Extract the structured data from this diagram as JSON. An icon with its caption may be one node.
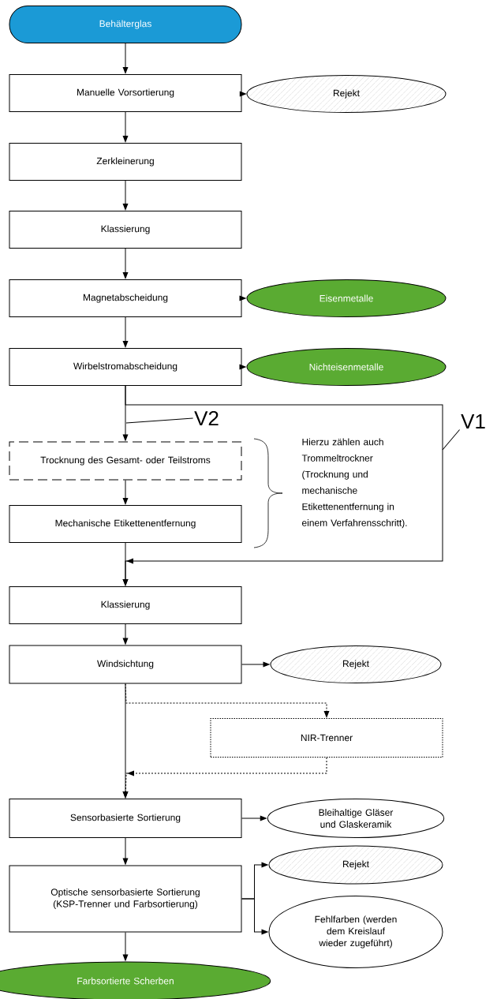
{
  "diagram": {
    "nodes": [
      {
        "text": [
          "Behälterglas"
        ]
      },
      {
        "text": [
          "Manuelle Vorsortierung"
        ]
      },
      {
        "text": [
          "Rejekt"
        ]
      },
      {
        "text": [
          "Zerkleinerung"
        ]
      },
      {
        "text": [
          "Klassierung"
        ]
      },
      {
        "text": [
          "Magnetabscheidung"
        ]
      },
      {
        "text": [
          "Eisenmetalle"
        ]
      },
      {
        "text": [
          "Wirbelstromabscheidung"
        ]
      },
      {
        "text": [
          "Nichteisenmetalle"
        ]
      },
      {
        "text": [
          "Trocknung des Gesamt- oder Teilstroms"
        ]
      },
      {
        "text": [
          "Mechanische Etikettenentfernung"
        ]
      },
      {
        "text": [
          "Klassierung"
        ]
      },
      {
        "text": [
          "Windsichtung"
        ]
      },
      {
        "text": [
          "Rejekt"
        ]
      },
      {
        "text": [
          "NIR-Trenner"
        ]
      },
      {
        "text": [
          "Sensorbasierte Sortierung"
        ]
      },
      {
        "text": [
          "Bleihaltige Gläser und Glaskeramik"
        ]
      },
      {
        "text": [
          "Optische sensorbasierte Sortierung (KSP-Trenner und Farbsortierung)"
        ]
      },
      {
        "text": [
          "Rejekt"
        ]
      },
      {
        "text": [
          "Fehlfarben (werden dem Kreislauf wieder zugeführt)"
        ]
      },
      {
        "text": [
          "Farbsortierte Scherben"
        ]
      },
      {
        "text": [
          "V2"
        ]
      },
      {
        "text": [
          "V1"
        ]
      }
    ],
    "edges": [
      {
        "from": 0,
        "to": 1,
        "arrow": "to"
      },
      {
        "from": 1,
        "to": 2,
        "arrow": "to"
      },
      {
        "from": 1,
        "to": 3,
        "arrow": "to"
      },
      {
        "from": 3,
        "to": 4,
        "arrow": "to"
      },
      {
        "from": 4,
        "to": 5,
        "arrow": "to"
      },
      {
        "from": 5,
        "to": 6,
        "arrow": "to"
      },
      {
        "from": 5,
        "to": 7,
        "arrow": "to"
      },
      {
        "from": 7,
        "to": 8,
        "arrow": "to"
      },
      {
        "from": 7,
        "to": 9,
        "arrow": "to"
      },
      {
        "from": 9,
        "to": 10,
        "arrow": "to"
      },
      {
        "from": 7,
        "to": 11,
        "arrow": "to"
      },
      {
        "from": 10,
        "to": 11,
        "arrow": "to"
      },
      {
        "from": 11,
        "to": 12,
        "arrow": "to"
      },
      {
        "from": 12,
        "to": 13,
        "arrow": "to"
      },
      {
        "from": 12,
        "to": 15,
        "arrow": "to"
      },
      {
        "from": 12,
        "to": 14,
        "arrow": "to",
        "style": "dashed"
      },
      {
        "from": 14,
        "to": 15,
        "arrow": "to",
        "style": "dashed"
      },
      {
        "from": 15,
        "to": 16,
        "arrow": "to"
      },
      {
        "from": 15,
        "to": 17,
        "arrow": "to"
      },
      {
        "from": 17,
        "to": 18,
        "arrow": "to"
      },
      {
        "from": 17,
        "to": 19,
        "arrow": "to"
      },
      {
        "from": 17,
        "to": 20,
        "arrow": "to"
      },
      {
        "from": 21,
        "to": null,
        "arrow": "none"
      },
      {
        "from": 22,
        "to": null,
        "arrow": "none"
      }
    ],
    "labels": [
      "Hierzu zählen auch Trommeltrockner (Trocknung und mechanische Etikettenentfernung in einem Verfahrensschritt)."
    ]
  }
}
